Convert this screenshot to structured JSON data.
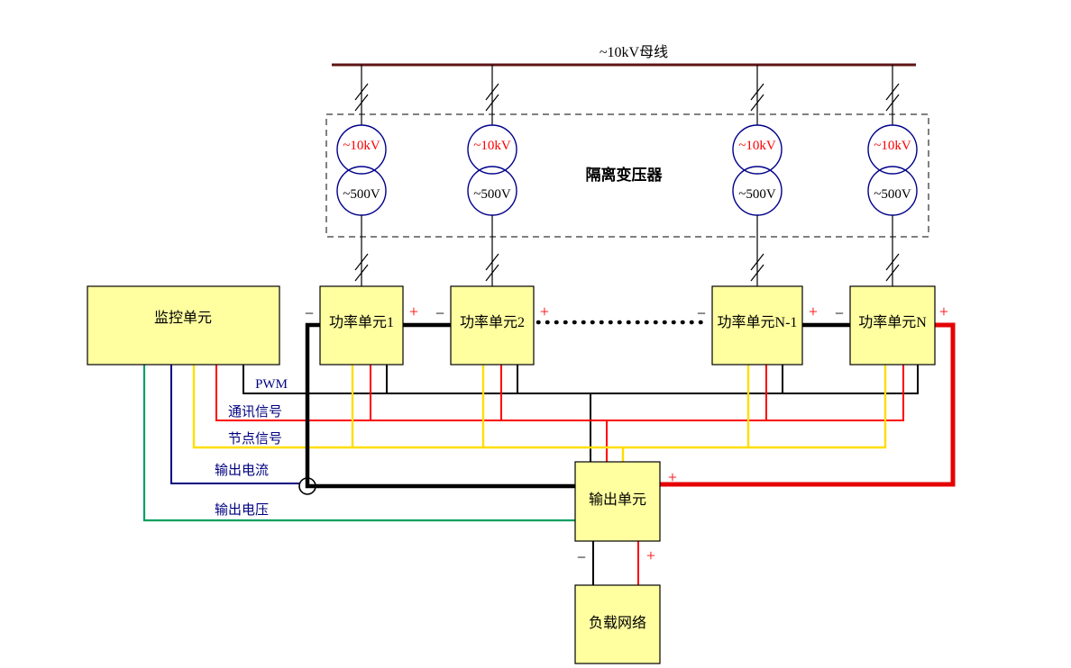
{
  "colors": {
    "box_fill": "#ffffa0",
    "box_stroke": "#000000",
    "bus": "#5e1414",
    "transformer": "#00008b",
    "hv_text": "#ff0000",
    "label_navy": "#000080",
    "wire_pwm": "#000000",
    "wire_comm": "#ff0000",
    "wire_node": "#ffdd00",
    "wire_current": "#000080",
    "wire_voltage": "#00a060",
    "wire_negative": "#000000",
    "wire_positive": "#e60000"
  },
  "bus": {
    "label": "~10kV母线"
  },
  "isolation": {
    "label": "隔离变压器",
    "hv": "~10kV",
    "lv": "~500V"
  },
  "units": {
    "monitor": "监控单元",
    "power": [
      "功率单元1",
      "功率单元2",
      "功率单元N-1",
      "功率单元N"
    ],
    "output": "输出单元",
    "load": "负载网络"
  },
  "signals": {
    "pwm": "PWM",
    "comm": "通讯信号",
    "node": "节点信号",
    "current": "输出电流",
    "voltage": "输出电压"
  },
  "polarity": {
    "plus": "+",
    "minus": "−"
  }
}
